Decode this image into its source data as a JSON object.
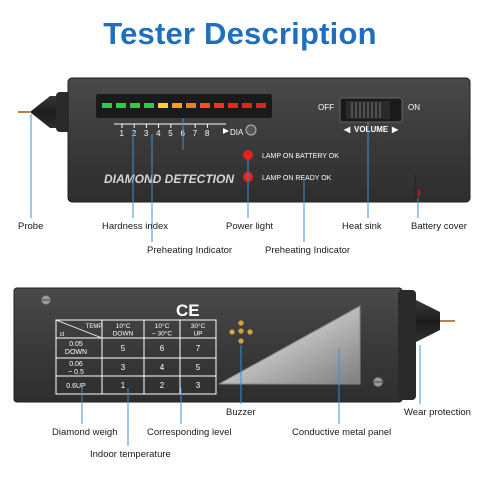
{
  "title": "Tester Description",
  "front": {
    "scale": {
      "numbers": [
        "1",
        "2",
        "3",
        "4",
        "5",
        "6",
        "7",
        "8"
      ],
      "dia": "DIA"
    },
    "switch": {
      "off": "OFF",
      "on": "ON",
      "volume": "VOLUME"
    },
    "lamps": {
      "battery": "LAMP ON BATTERY OK",
      "ready": "LAMP ON READY OK"
    },
    "brand": "DIAMOND DETECTION",
    "led_colors": [
      "#2ecc40",
      "#2ecc40",
      "#2ecc40",
      "#2ecc40",
      "#ffd21f",
      "#ff9c1f",
      "#ff7a1f",
      "#ff4d1f",
      "#ff2b1f",
      "#ff1f1f",
      "#e81f1f",
      "#e81f1f"
    ],
    "callouts": {
      "probe": "Probe",
      "hardness_index": "Hardness index",
      "power_light": "Power light",
      "heat_sink": "Heat sink",
      "battery_cover": "Battery cover",
      "preheating_indicator_1": "Preheating Indicator",
      "preheating_indicator_2": "Preheating Indicator"
    }
  },
  "back": {
    "ce_mark": "CE",
    "table": {
      "corner_top": "TEMP",
      "corner_bottom": "ct",
      "col1": [
        "10°C",
        "DOWN"
      ],
      "col2": [
        "10°C",
        "~ 30°C"
      ],
      "col3": [
        "30°C",
        "UP"
      ],
      "rows": [
        {
          "label": [
            "0.05",
            "DOWN"
          ],
          "values": [
            "5",
            "6",
            "7"
          ]
        },
        {
          "label": [
            "0.06",
            "~ 0.5"
          ],
          "values": [
            "3",
            "4",
            "5"
          ]
        },
        {
          "label": [
            "0.6UP"
          ],
          "values": [
            "1",
            "2",
            "3"
          ]
        }
      ]
    },
    "callouts": {
      "buzzer": "Buzzer",
      "wear_protection": "Wear protection",
      "diamond_weigh": "Diamond weigh",
      "corresponding_level": "Corresponding level",
      "conductive_metal_panel": "Conductive metal panel",
      "indoor_temperature": "Indoor temperature"
    }
  },
  "colors": {
    "title": "#1f6fbd",
    "body": "#3a3a3a",
    "callout_line": "#3b8fd8",
    "label_text": "#ffffff"
  }
}
